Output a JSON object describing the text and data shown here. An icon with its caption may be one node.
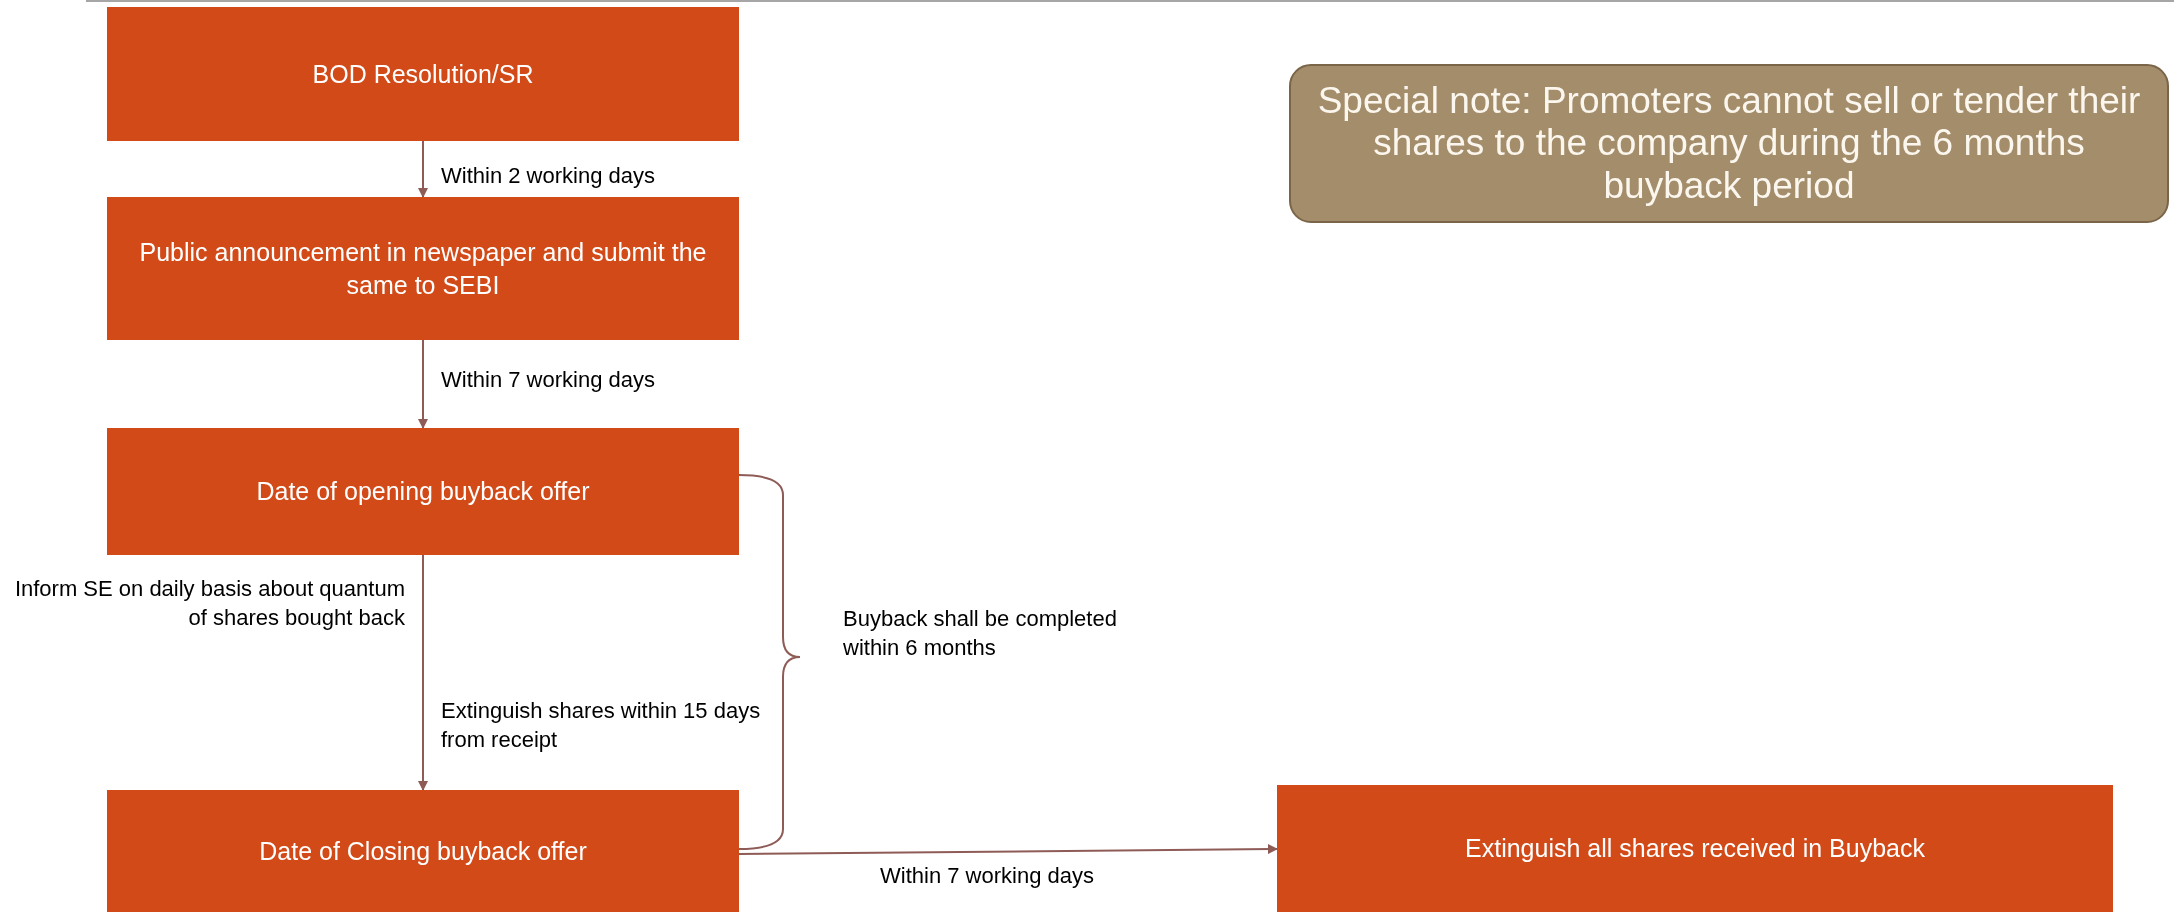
{
  "diagram": {
    "nodes": [
      {
        "text": [
          "BOD Resolution/SR"
        ]
      },
      {
        "text": [
          "Public announcement in newspaper and submit the same to SEBI"
        ]
      },
      {
        "text": [
          "Date of opening buyback offer"
        ]
      },
      {
        "text": [
          "Date of Closing buyback offer"
        ]
      },
      {
        "text": [
          "Extinguish all shares received in Buyback"
        ]
      },
      {
        "text": [
          "Special note: Promoters cannot sell or tender their shares to the company during the 6 months buyback period"
        ]
      }
    ],
    "edges": [
      {
        "from": 0,
        "to": 1,
        "arrow": "to",
        "label": "Within 2 working days"
      },
      {
        "from": 1,
        "to": 2,
        "arrow": "to",
        "label": "Within 7 working days"
      },
      {
        "from": 2,
        "to": 3,
        "arrow": "to",
        "label": "Extinguish shares within 15 days from receipt"
      },
      {
        "from": 3,
        "to": 4,
        "arrow": "to",
        "label": "Within 7 working days"
      }
    ],
    "labels": [
      "Inform SE on daily basis about quantum of shares bought back",
      "Buyback shall be completed within 6 months"
    ]
  }
}
